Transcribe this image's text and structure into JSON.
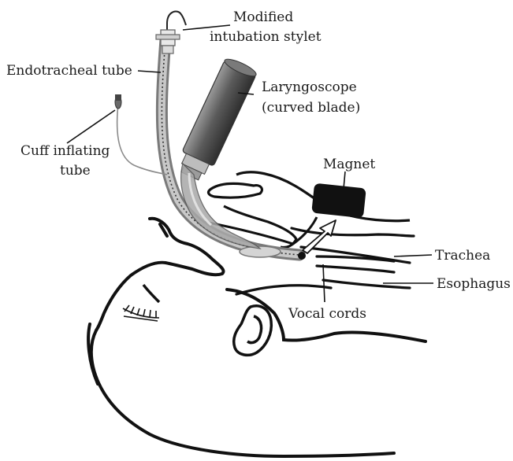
{
  "labels": {
    "stylet_line1": "Modified",
    "stylet_line2": "intubation stylet",
    "endotracheal_tube": "Endotracheal tube",
    "laryngoscope_line1": "Laryngoscope",
    "laryngoscope_line2": "(curved blade)",
    "cuff_line1": "Cuff inflating",
    "cuff_line2": "tube",
    "magnet": "Magnet",
    "trachea": "Trachea",
    "esophagus": "Esophagus",
    "vocal_cords": "Vocal cords"
  },
  "colors": {
    "outline": "#111111",
    "tube": "#9a9a9a",
    "laryngoscope_dark": "#4a4a4a",
    "laryngoscope_light": "#b8b8b8",
    "magnet": "#111111"
  }
}
